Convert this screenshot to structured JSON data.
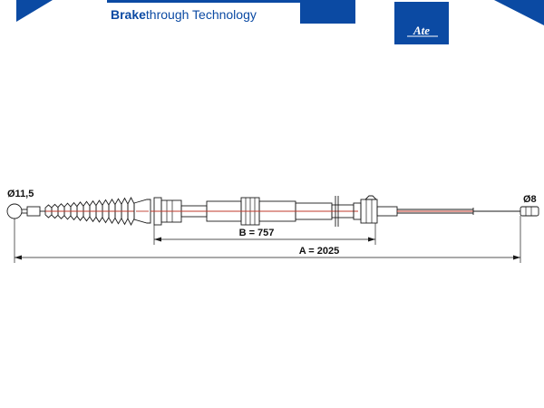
{
  "header": {
    "brand_bold": "Brake",
    "brand_rest": "through Technology",
    "logo_text": "Ate",
    "color_brand": "#0b4aa3"
  },
  "diagram": {
    "left_diameter_label": "Ø11,5",
    "right_diameter_label": "Ø8",
    "dimension_b_label": "B = 757",
    "dimension_a_label": "A = 2025"
  }
}
